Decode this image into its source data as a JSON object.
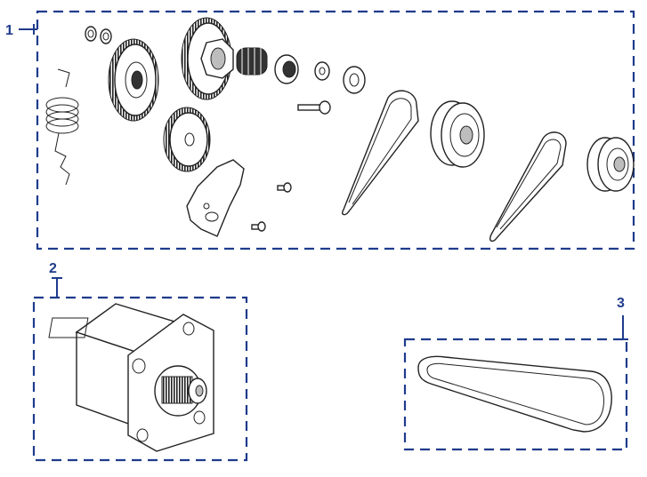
{
  "colors": {
    "callout": "#1f3b8c",
    "line_art": "#222222",
    "background": "#ffffff"
  },
  "callouts": [
    {
      "number": "1"
    },
    {
      "number": "2"
    },
    {
      "number": "3"
    }
  ]
}
